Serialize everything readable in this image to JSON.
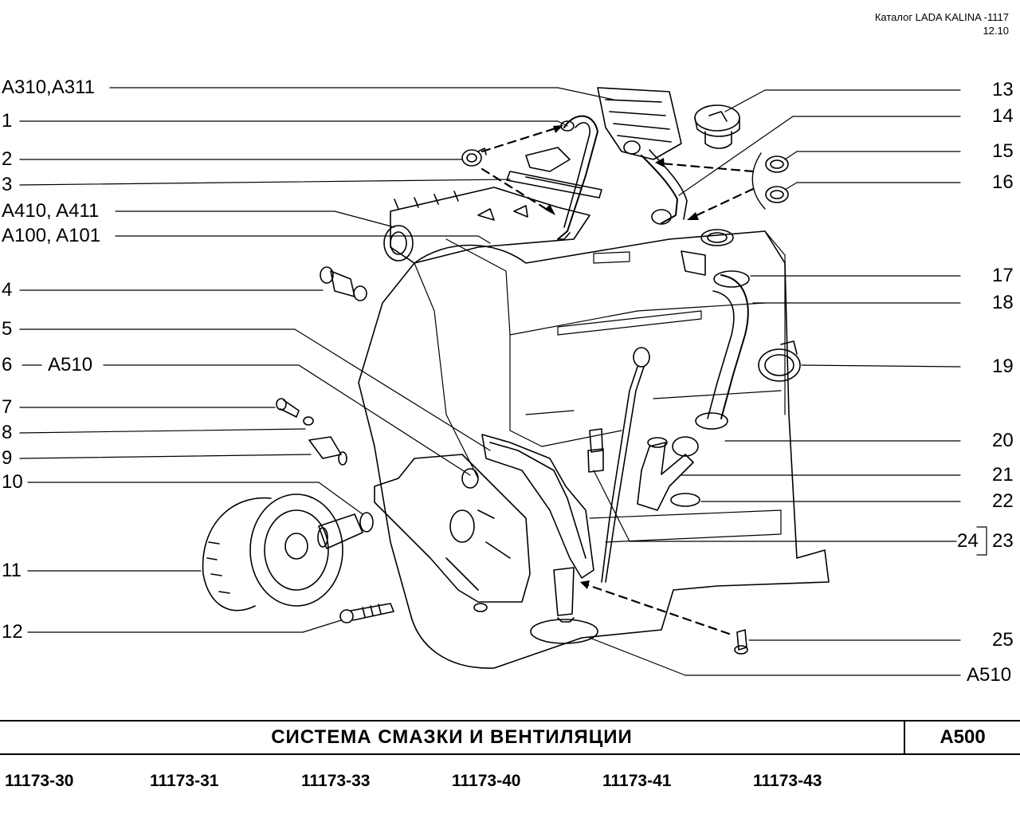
{
  "header": {
    "catalog": "Каталог  LADA  KALINA -1117",
    "date": "12.10"
  },
  "callouts_left": [
    "A310,A311",
    "1",
    "2",
    "3",
    "A410, A411",
    "A100, A101",
    "4",
    "5",
    "6",
    "A510",
    "7",
    "8",
    "9",
    "10",
    "11",
    "12"
  ],
  "callouts_right": [
    "13",
    "14",
    "15",
    "16",
    "17",
    "18",
    "19",
    "20",
    "21",
    "22",
    "24",
    "23",
    "25",
    "A510"
  ],
  "title": "СИСТЕМА   СМАЗКИ   И   ВЕНТИЛЯЦИИ",
  "section_code": "A500",
  "models": [
    "11173-30",
    "11173-31",
    "11173-33",
    "11173-40",
    "11173-41",
    "11173-43"
  ]
}
